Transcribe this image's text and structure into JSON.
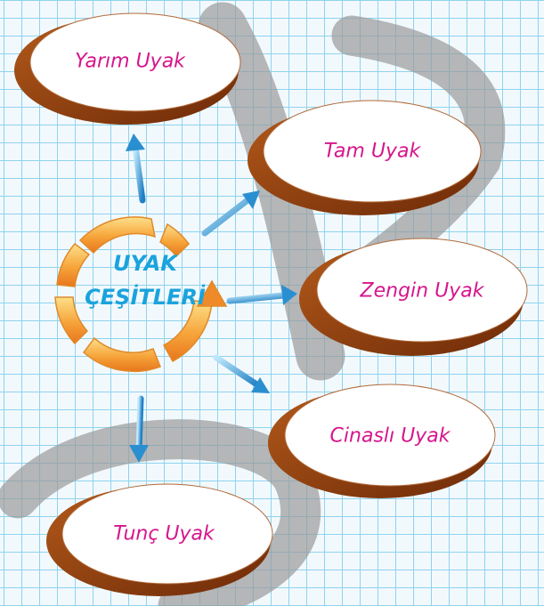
{
  "center": {
    "line1": "UYAK",
    "line2": "ÇEŞİTLERİ"
  },
  "nodes": [
    {
      "id": "yarim-uyak",
      "label": "Yarım Uyak"
    },
    {
      "id": "tam-uyak",
      "label": "Tam Uyak"
    },
    {
      "id": "zengin-uyak",
      "label": "Zengin Uyak"
    },
    {
      "id": "cinasli-uyak",
      "label": "Cinaslı Uyak"
    },
    {
      "id": "tunc-uyak",
      "label": "Tunç Uyak"
    }
  ],
  "colors": {
    "label": "#d6168c",
    "center_text": "#1aa3dc",
    "ellipse_shadow": "#8a3a10",
    "ring": "#f4a02c",
    "arrow": "#4ab6e8",
    "watermark": "#9a9a9a"
  }
}
